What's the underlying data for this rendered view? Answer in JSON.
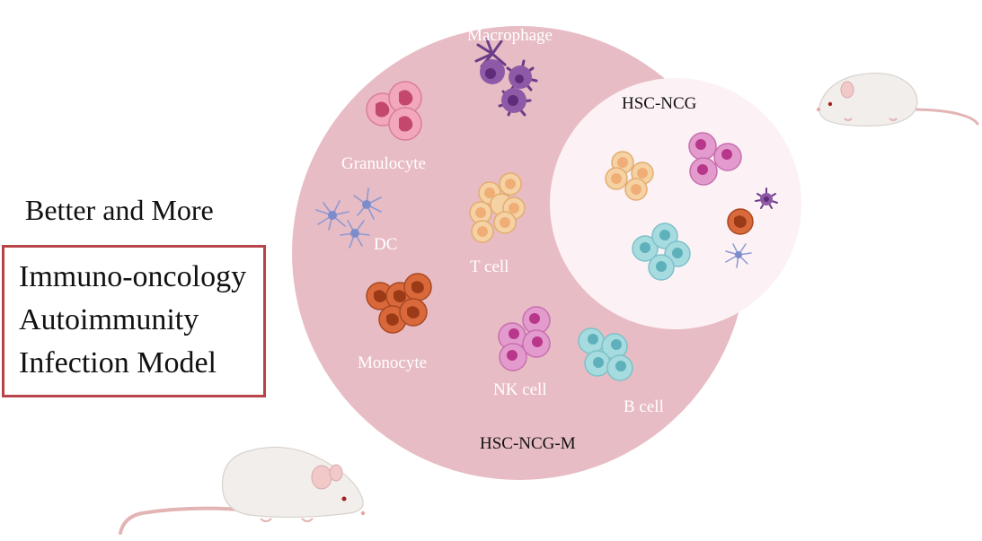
{
  "left": {
    "headline": "Better and More",
    "applications": [
      "Immuno-oncology",
      "Autoimmunity",
      "Infection Model"
    ]
  },
  "outer_circle": {
    "label": "HSC-NCG-M"
  },
  "inner_circle": {
    "label": "HSC-NCG"
  },
  "cells": {
    "macrophage": "Macrophage",
    "granulocyte": "Granulocyte",
    "dc": "DC",
    "t_cell": "T cell",
    "monocyte": "Monocyte",
    "nk_cell": "NK cell",
    "b_cell": "B cell"
  },
  "colors": {
    "outer_fill": "#e8bcc4",
    "inner_fill": "#fcf1f4",
    "box_border": "#b8444a",
    "granulocyte": "#f2a7bd",
    "macrophage": "#8e5aa7",
    "dc": "#a3addc",
    "t_cell": "#f5d2a3",
    "monocyte": "#d9693b",
    "nk_cell": "#e39bcd",
    "b_cell": "#a6dbe0"
  }
}
